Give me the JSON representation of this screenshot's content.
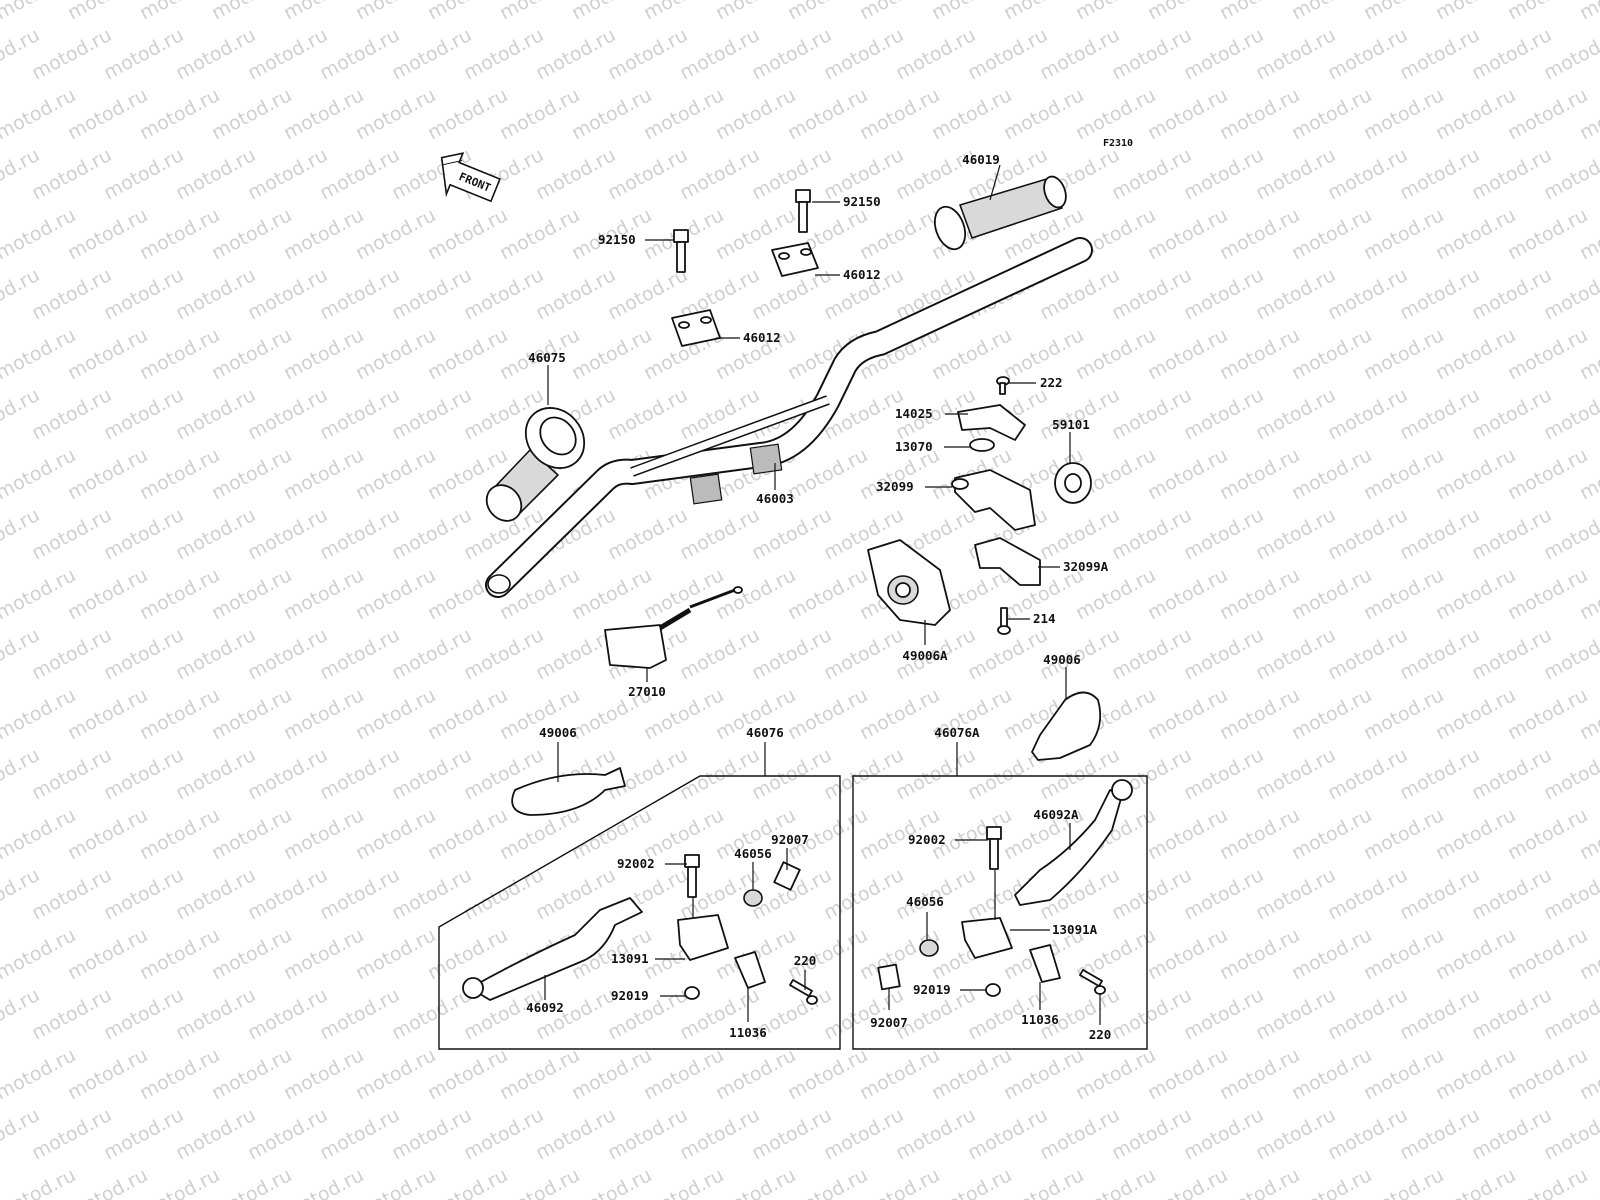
{
  "diagram": {
    "code": "F2310",
    "front_label": "FRONT",
    "watermark": "motod.ru",
    "labels": [
      {
        "id": "46019",
        "text": "46019"
      },
      {
        "id": "92150a",
        "text": "92150"
      },
      {
        "id": "92150b",
        "text": "92150"
      },
      {
        "id": "46012a",
        "text": "46012"
      },
      {
        "id": "46012b",
        "text": "46012"
      },
      {
        "id": "46075",
        "text": "46075"
      },
      {
        "id": "46003",
        "text": "46003"
      },
      {
        "id": "222",
        "text": "222"
      },
      {
        "id": "14025",
        "text": "14025"
      },
      {
        "id": "13070",
        "text": "13070"
      },
      {
        "id": "59101",
        "text": "59101"
      },
      {
        "id": "32099",
        "text": "32099"
      },
      {
        "id": "32099A",
        "text": "32099A"
      },
      {
        "id": "214",
        "text": "214"
      },
      {
        "id": "49006A",
        "text": "49006A"
      },
      {
        "id": "49006a",
        "text": "49006"
      },
      {
        "id": "27010",
        "text": "27010"
      },
      {
        "id": "49006b",
        "text": "49006"
      },
      {
        "id": "46076",
        "text": "46076"
      },
      {
        "id": "46076A",
        "text": "46076A"
      },
      {
        "id": "92002a",
        "text": "92002"
      },
      {
        "id": "46056a",
        "text": "46056"
      },
      {
        "id": "92007a",
        "text": "92007"
      },
      {
        "id": "13091",
        "text": "13091"
      },
      {
        "id": "220a",
        "text": "220"
      },
      {
        "id": "92019a",
        "text": "92019"
      },
      {
        "id": "11036a",
        "text": "11036"
      },
      {
        "id": "46092",
        "text": "46092"
      },
      {
        "id": "92002b",
        "text": "92002"
      },
      {
        "id": "46092A",
        "text": "46092A"
      },
      {
        "id": "46056b",
        "text": "46056"
      },
      {
        "id": "13091A",
        "text": "13091A"
      },
      {
        "id": "92007b",
        "text": "92007"
      },
      {
        "id": "92019b",
        "text": "92019"
      },
      {
        "id": "11036b",
        "text": "11036"
      },
      {
        "id": "220b",
        "text": "220"
      }
    ]
  }
}
